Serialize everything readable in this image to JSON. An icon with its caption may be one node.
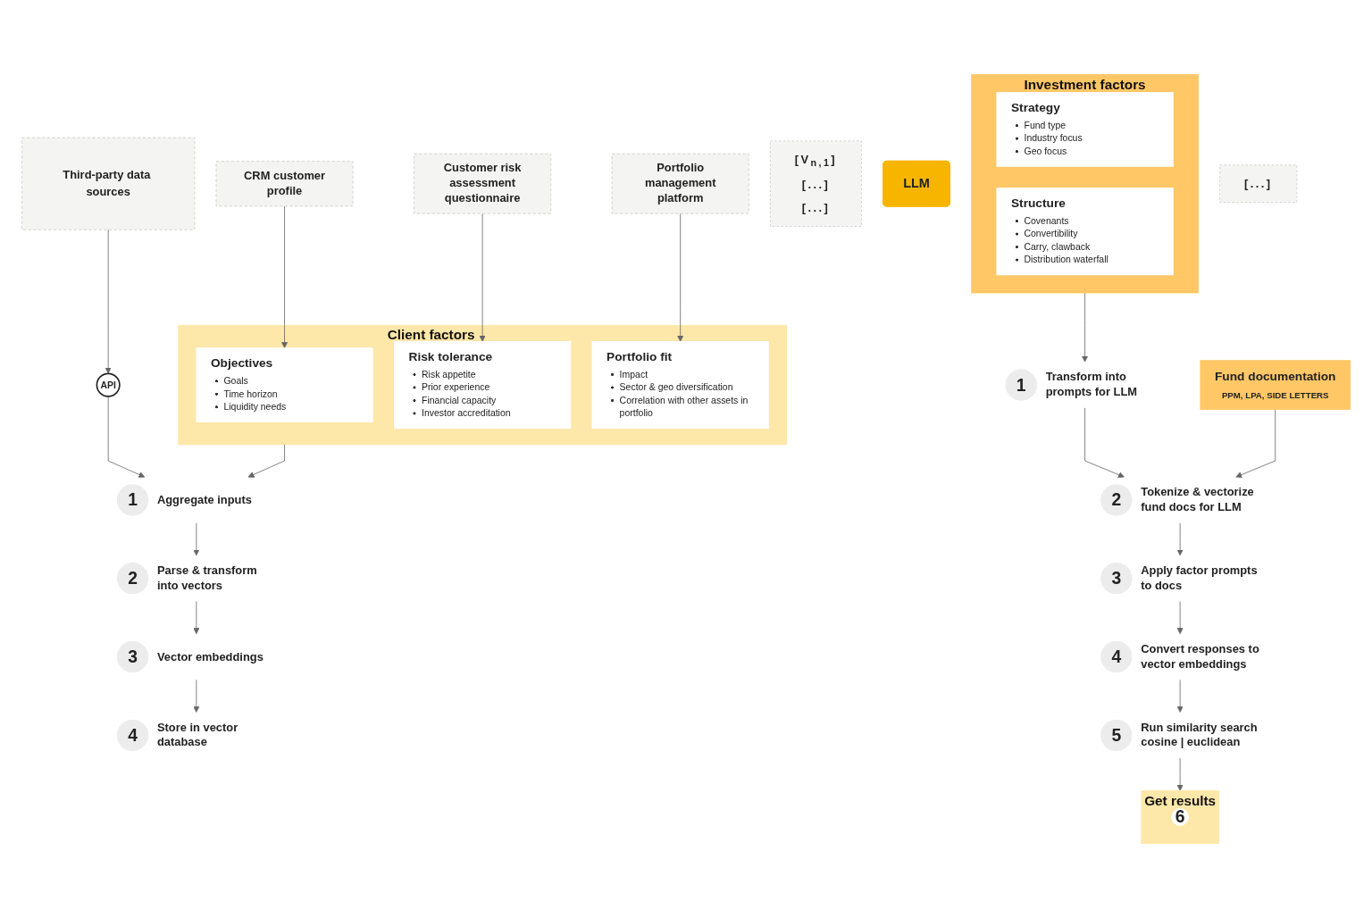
{
  "diagram": {
    "nodes": [
      {
        "text": [
          "CRM customer profile"
        ]
      },
      {
        "text": [
          "Customer risk assessment questionnaire"
        ]
      },
      {
        "text": [
          "Portfolio management platform"
        ]
      },
      {
        "text": [
          "Client factors"
        ]
      },
      {
        "text": [
          "Objectives",
          "Goals",
          "Time horizon",
          "Liquidity needs"
        ],
        "in": 3
      },
      {
        "text": [
          "Risk tolerance",
          "Risk appetite",
          "Prior experience",
          "Financial capacity",
          "Investor accreditation"
        ],
        "in": 3
      },
      {
        "text": [
          "Portfolio fit",
          "Impact",
          "Sector & geo diversification",
          "Correlation with other assets in portfolio"
        ],
        "in": 3
      },
      {
        "text": [
          "1",
          "Aggregate inputs"
        ]
      },
      {
        "text": [
          "Fund documentation",
          "PPM, LPA, SIDE LETTERS"
        ]
      },
      {
        "text": [
          "Investment factors"
        ]
      },
      {
        "text": [
          "Strategy",
          "Fund type",
          "Industry focus",
          "Geo focus"
        ],
        "in": 9
      },
      {
        "text": [
          "Structure",
          "Covenants",
          "Convertibility",
          "Carry, clawback",
          "Distribution waterfall"
        ],
        "in": 9
      },
      {
        "text": [
          "1",
          "Transform into prompts for LLM"
        ]
      },
      {
        "text": [
          "2",
          "Parse & transform into vectors"
        ]
      },
      {
        "text": [
          "2",
          "Tokenize & vectorize fund docs for LLM"
        ]
      },
      {
        "text": [
          "3",
          "Vector embeddings"
        ]
      },
      {
        "text": [
          "[V$_{n,1}$]",
          "[...]",
          "[...]"
        ]
      },
      {
        "text": [
          "3",
          "Apply factor prompts to docs"
        ]
      },
      {
        "text": [
          "LLM"
        ]
      },
      {
        "text": [
          "Third-party data sources"
        ]
      },
      {
        "text": [
          "API"
        ]
      },
      {
        "text": [
          "4",
          "Convert responses to vector embeddings"
        ]
      },
      {
        "text": [
          "4",
          "Store in vector database"
        ]
      },
      {
        "text": [
          "[...]"
        ]
      },
      {
        "text": [
          "5",
          "Run similarity search cosine | euclidean"
        ]
      },
      {
        "text": [
          "Get results"
        ]
      },
      {
        "text": [
          "6"
        ],
        "in": 25
      }
    ],
    "edges": [
      {
        "from": 0,
        "to": 4,
        "arrow": "to"
      },
      {
        "from": 1,
        "to": 5,
        "arrow": "to"
      },
      {
        "from": 2,
        "to": 6,
        "arrow": "to"
      },
      {
        "from": 3,
        "to": 7,
        "arrow": "to"
      },
      {
        "from": 9,
        "to": 12,
        "arrow": "to"
      },
      {
        "from": 7,
        "to": 13,
        "arrow": "to"
      },
      {
        "from": 12,
        "to": 14,
        "arrow": "to"
      },
      {
        "from": 8,
        "to": 14,
        "arrow": "to"
      },
      {
        "from": 13,
        "to": 15,
        "arrow": "to"
      },
      {
        "from": 14,
        "to": 17,
        "arrow": "to"
      },
      {
        "from": 19,
        "to": 20,
        "arrow": "to"
      },
      {
        "from": 20,
        "to": 7,
        "arrow": "to"
      },
      {
        "from": 15,
        "to": 22,
        "arrow": "to"
      },
      {
        "from": 17,
        "to": 21,
        "arrow": "to"
      },
      {
        "from": 21,
        "to": 24,
        "arrow": "to"
      },
      {
        "from": 24,
        "to": 25,
        "arrow": "to"
      }
    ]
  }
}
